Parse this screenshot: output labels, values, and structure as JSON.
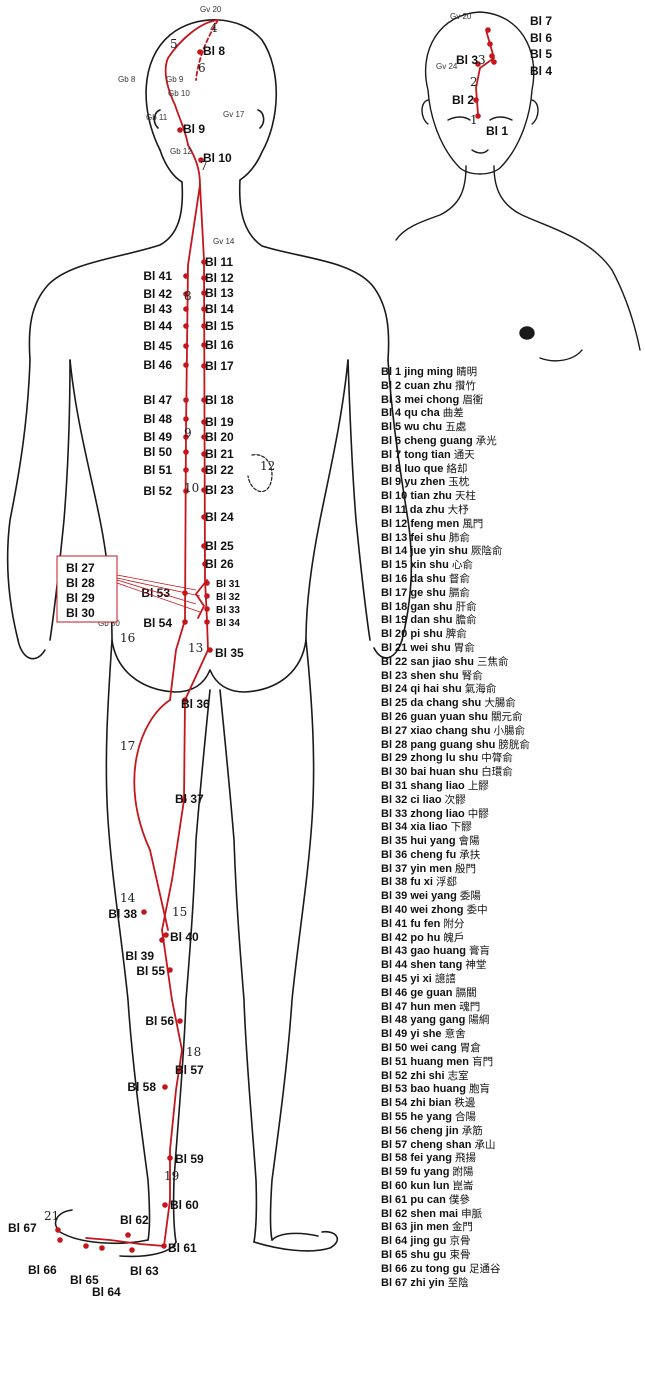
{
  "labels": {
    "back": [
      "Bl 8",
      "Bl 9",
      "Bl 10",
      "Bl 11",
      "Bl 12",
      "Bl 13",
      "Bl 14",
      "Bl 15",
      "Bl 16",
      "Bl 17",
      "Bl 18",
      "Bl 19",
      "Bl 20",
      "Bl 21",
      "Bl 22",
      "Bl 23",
      "Bl 24",
      "Bl 25",
      "Bl 26",
      "Bl 41",
      "Bl 42",
      "Bl 43",
      "Bl 44",
      "Bl 45",
      "Bl 46",
      "Bl 47",
      "Bl 48",
      "Bl 49",
      "Bl 50",
      "Bl 51",
      "Bl 52",
      "Bl 53",
      "Bl 54",
      "Bl 35",
      "Bl 36",
      "Bl 37",
      "Bl 38",
      "Bl 39",
      "Bl 40",
      "Bl 55",
      "Bl 56",
      "Bl 57",
      "Bl 58",
      "Bl 59",
      "Bl 60",
      "Bl 61",
      "Bl 62",
      "Bl 63",
      "Bl 64",
      "Bl 65",
      "Bl 66",
      "Bl 67"
    ],
    "sacral_small": [
      "Bl 31",
      "Bl 32",
      "Bl 33",
      "Bl 34"
    ],
    "sacral_box": [
      "Bl 27",
      "Bl 28",
      "Bl 29",
      "Bl 30"
    ],
    "front": [
      "Bl 7",
      "Bl 6",
      "Bl 5",
      "Bl 4",
      "Bl 3",
      "Bl 2",
      "Bl 1"
    ],
    "gov": [
      "Gv 20",
      "Gv 17",
      "Gv 14",
      "Gv 20",
      "Gv 24"
    ],
    "gb": [
      "Gb 8",
      "Gb 9",
      "Gb 10",
      "Gb 11",
      "Gb 12",
      "Gb 30"
    ],
    "numbers": [
      "1",
      "2",
      "3",
      "4",
      "5",
      "6",
      "7",
      "8",
      "9",
      "10",
      "12",
      "13",
      "14",
      "15",
      "16",
      "17",
      "18",
      "19",
      "21"
    ]
  },
  "legend": [
    {
      "code": "Bl 1",
      "pinyin": "jing ming",
      "chinese": "睛明"
    },
    {
      "code": "Bl 2",
      "pinyin": "cuan zhu",
      "chinese": "攢竹"
    },
    {
      "code": "Bl 3",
      "pinyin": "mei chong",
      "chinese": "眉衝"
    },
    {
      "code": "Bl 4",
      "pinyin": "qu cha",
      "chinese": "曲差"
    },
    {
      "code": "Bl 5",
      "pinyin": "wu chu",
      "chinese": "五處"
    },
    {
      "code": "Bl 6",
      "pinyin": "cheng guang",
      "chinese": "承光"
    },
    {
      "code": "Bl 7",
      "pinyin": "tong tian",
      "chinese": "通天"
    },
    {
      "code": "Bl 8",
      "pinyin": "luo que",
      "chinese": "絡却"
    },
    {
      "code": "Bl 9",
      "pinyin": "yu zhen",
      "chinese": "玉枕"
    },
    {
      "code": "Bl 10",
      "pinyin": "tian zhu",
      "chinese": "天柱"
    },
    {
      "code": "Bl 11",
      "pinyin": "da zhu",
      "chinese": "大杼"
    },
    {
      "code": "Bl 12",
      "pinyin": "feng men",
      "chinese": "風門"
    },
    {
      "code": "Bl 13",
      "pinyin": "fei shu",
      "chinese": "肺俞"
    },
    {
      "code": "Bl 14",
      "pinyin": "jue yin shu",
      "chinese": "厥陰俞"
    },
    {
      "code": "Bl 15",
      "pinyin": "xin shu",
      "chinese": "心俞"
    },
    {
      "code": "Bl 16",
      "pinyin": "da shu",
      "chinese": "督俞"
    },
    {
      "code": "Bl 17",
      "pinyin": "ge shu",
      "chinese": "膈俞"
    },
    {
      "code": "Bl 18",
      "pinyin": "gan shu",
      "chinese": "肝俞"
    },
    {
      "code": "Bl 19",
      "pinyin": "dan shu",
      "chinese": "膽俞"
    },
    {
      "code": "Bl 20",
      "pinyin": "pi shu",
      "chinese": "脾俞"
    },
    {
      "code": "Bl 21",
      "pinyin": "wei shu",
      "chinese": "胃俞"
    },
    {
      "code": "Bl 22",
      "pinyin": "san jiao shu",
      "chinese": "三焦俞"
    },
    {
      "code": "Bl 23",
      "pinyin": "shen shu",
      "chinese": "腎俞"
    },
    {
      "code": "Bl 24",
      "pinyin": "qi hai shu",
      "chinese": "氣海俞"
    },
    {
      "code": "Bl 25",
      "pinyin": "da chang shu",
      "chinese": "大腸俞"
    },
    {
      "code": "Bl 26",
      "pinyin": "guan yuan shu",
      "chinese": "關元俞"
    },
    {
      "code": "Bl 27",
      "pinyin": "xiao chang shu",
      "chinese": "小腸俞"
    },
    {
      "code": "Bl 28",
      "pinyin": "pang guang shu",
      "chinese": "膀胱俞"
    },
    {
      "code": "Bl 29",
      "pinyin": "zhong lu shu",
      "chinese": "中膂俞"
    },
    {
      "code": "Bl 30",
      "pinyin": "bai huan shu",
      "chinese": "白環俞"
    },
    {
      "code": "Bl 31",
      "pinyin": "shang liao",
      "chinese": "上髎"
    },
    {
      "code": "Bl 32",
      "pinyin": "ci liao",
      "chinese": "次髎"
    },
    {
      "code": "Bl 33",
      "pinyin": "zhong liao",
      "chinese": "中髎"
    },
    {
      "code": "Bl 34",
      "pinyin": "xia liao",
      "chinese": "下髎"
    },
    {
      "code": "Bl 35",
      "pinyin": "hui yang",
      "chinese": "會陽"
    },
    {
      "code": "Bl 36",
      "pinyin": "cheng fu",
      "chinese": "承扶"
    },
    {
      "code": "Bl 37",
      "pinyin": "yin men",
      "chinese": "殷門"
    },
    {
      "code": "Bl 38",
      "pinyin": "fu xi",
      "chinese": "浮郄"
    },
    {
      "code": "Bl 39",
      "pinyin": "wei yang",
      "chinese": "委陽"
    },
    {
      "code": "Bl 40",
      "pinyin": "wei zhong",
      "chinese": "委中"
    },
    {
      "code": "Bl 41",
      "pinyin": "fu fen",
      "chinese": "附分"
    },
    {
      "code": "Bl 42",
      "pinyin": "po hu",
      "chinese": "魄戶"
    },
    {
      "code": "Bl 43",
      "pinyin": "gao huang",
      "chinese": "膏肓"
    },
    {
      "code": "Bl 44",
      "pinyin": "shen tang",
      "chinese": "神堂"
    },
    {
      "code": "Bl 45",
      "pinyin": "yi xi",
      "chinese": "譩譆"
    },
    {
      "code": "Bl 46",
      "pinyin": "ge guan",
      "chinese": "膈關"
    },
    {
      "code": "Bl 47",
      "pinyin": "hun men",
      "chinese": "魂門"
    },
    {
      "code": "Bl 48",
      "pinyin": "yang gang",
      "chinese": "陽綱"
    },
    {
      "code": "Bl 49",
      "pinyin": "yi she",
      "chinese": "意舍"
    },
    {
      "code": "Bl 50",
      "pinyin": "wei cang",
      "chinese": "胃倉"
    },
    {
      "code": "Bl 51",
      "pinyin": "huang men",
      "chinese": "肓門"
    },
    {
      "code": "Bl 52",
      "pinyin": "zhi shi",
      "chinese": "志室"
    },
    {
      "code": "Bl 53",
      "pinyin": "bao huang",
      "chinese": "胞肓"
    },
    {
      "code": "Bl 54",
      "pinyin": "zhi bian",
      "chinese": "秩邊"
    },
    {
      "code": "Bl 55",
      "pinyin": "he yang",
      "chinese": "合陽"
    },
    {
      "code": "Bl 56",
      "pinyin": "cheng jin",
      "chinese": "承筋"
    },
    {
      "code": "Bl 57",
      "pinyin": "cheng shan",
      "chinese": "承山"
    },
    {
      "code": "Bl 58",
      "pinyin": "fei yang",
      "chinese": "飛揚"
    },
    {
      "code": "Bl 59",
      "pinyin": "fu yang",
      "chinese": "跗陽"
    },
    {
      "code": "Bl 60",
      "pinyin": "kun lun",
      "chinese": "崑崙"
    },
    {
      "code": "Bl 61",
      "pinyin": "pu can",
      "chinese": "僕參"
    },
    {
      "code": "Bl 62",
      "pinyin": "shen mai",
      "chinese": "申脈"
    },
    {
      "code": "Bl 63",
      "pinyin": "jin men",
      "chinese": "金門"
    },
    {
      "code": "Bl 64",
      "pinyin": "jing gu",
      "chinese": "京骨"
    },
    {
      "code": "Bl 65",
      "pinyin": "shu gu",
      "chinese": "束骨"
    },
    {
      "code": "Bl 66",
      "pinyin": "zu tong gu",
      "chinese": "足通谷"
    },
    {
      "code": "Bl 67",
      "pinyin": "zhi yin",
      "chinese": "至陰"
    }
  ],
  "colors": {
    "meridian": "#c4161c",
    "outline": "#1a1a1a",
    "text": "#111111"
  }
}
